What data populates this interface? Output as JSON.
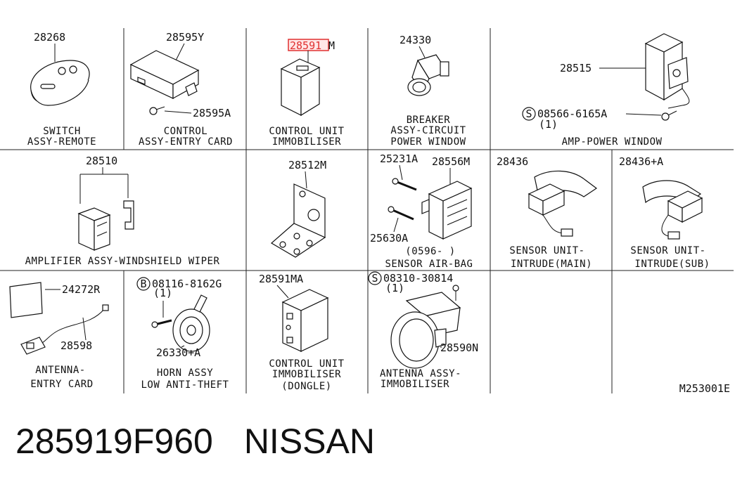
{
  "diagram": {
    "code": "M253001E",
    "highlight_color": "#e03030",
    "cells": {
      "c1": {
        "part": "28268",
        "caption1": "SWITCH",
        "caption2": "ASSY-REMOTE"
      },
      "c2": {
        "part_a": "28595Y",
        "part_b": "28595A",
        "caption1": "CONTROL",
        "caption2": "ASSY-ENTRY CARD"
      },
      "c3": {
        "part_hl": "28591",
        "part_suffix": "M",
        "caption1": "CONTROL UNIT",
        "caption2": "IMMOBILISER"
      },
      "c4": {
        "part": "24330",
        "caption1": "BREAKER",
        "caption2": "ASSY-CIRCUIT",
        "caption3": "POWER WINDOW"
      },
      "c5": {
        "part_a": "28515",
        "part_b": "08566-6165A",
        "qty": "(1)",
        "caption1": "AMP-POWER WINDOW"
      },
      "c6": {
        "part": "28510",
        "caption1": "AMPLIFIER ASSY-WINDSHIELD WIPER"
      },
      "c7": {
        "part": "28512M"
      },
      "c8": {
        "part_a": "25231A",
        "part_b": "28556M",
        "part_c": "25630A",
        "caption1": "(0596-     )",
        "caption2": "SENSOR AIR-BAG"
      },
      "c9": {
        "part": "28436",
        "caption1": "SENSOR UNIT-",
        "caption2": "INTRUDE(MAIN)"
      },
      "c10": {
        "part": "28436+A",
        "caption1": "SENSOR UNIT-",
        "caption2": "INTRUDE(SUB)"
      },
      "c11": {
        "part_a": "24272R",
        "part_b": "28598",
        "caption1": "ANTENNA-",
        "caption2": "ENTRY CARD"
      },
      "c12": {
        "part_a": "08116-8162G",
        "qty": "(1)",
        "part_b": "26330+A",
        "caption1": "HORN ASSY",
        "caption2": "LOW ANTI-THEFT"
      },
      "c13": {
        "part": "28591MA",
        "caption1": "CONTROL UNIT",
        "caption2": "IMMOBILISER",
        "caption3": "(DONGLE)"
      },
      "c14": {
        "part_a": "08310-30814",
        "qty": "(1)",
        "part_b": "28590N",
        "caption1": "ANTENNA ASSY-",
        "caption2": "IMMOBILISER"
      }
    }
  },
  "footer": {
    "part_number": "285919F960",
    "brand": "NISSAN"
  }
}
